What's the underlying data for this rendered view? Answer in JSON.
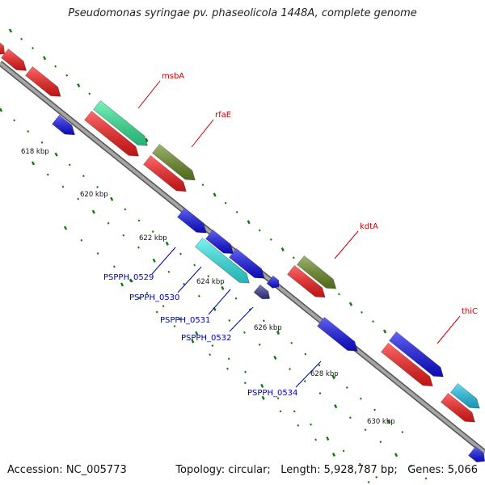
{
  "title": "Pseudomonas syringae pv. phaseolicola 1448A, complete genome",
  "footer": {
    "accession": "Accession: NC_005773",
    "topology": "Topology: circular;",
    "length": "Length: 5,928,787 bp;",
    "genes": "Genes: 5,066"
  },
  "colors": {
    "backbone": "#808080",
    "tick": "#0a7a0a",
    "red": "#ff1a1a",
    "blue": "#1010ee",
    "cyan": "#33f0f0",
    "mint": "#33ee99",
    "olive": "#6b8e23",
    "navy": "#3b3b98",
    "sky": "#1ec8f0",
    "label_red": "#cc0000",
    "label_blue": "#0000aa",
    "ticklabel": "#111111"
  },
  "ticks": [
    {
      "label": "618 kbp"
    },
    {
      "label": "620 kbp"
    },
    {
      "label": "622 kbp"
    },
    {
      "label": "624 kbp"
    },
    {
      "label": "626 kbp"
    },
    {
      "label": "628 kbp"
    },
    {
      "label": "630 kbp"
    }
  ],
  "features": [
    {
      "name": "",
      "color": "red"
    },
    {
      "name": "",
      "color": "red"
    },
    {
      "name": "",
      "color": "red"
    },
    {
      "name": "msbA",
      "color": "mint"
    },
    {
      "name": "",
      "color": "red"
    },
    {
      "name": "rfaE",
      "color": "olive"
    },
    {
      "name": "",
      "color": "red"
    },
    {
      "name": "",
      "color": "blue"
    },
    {
      "name": "PSPPH_0529",
      "color": "blue"
    },
    {
      "name": "PSPPH_0530",
      "color": "blue"
    },
    {
      "name": "PSPPH_0531",
      "color": "cyan"
    },
    {
      "name": "",
      "color": "blue"
    },
    {
      "name": "",
      "color": "blue"
    },
    {
      "name": "PSPPH_0532",
      "color": "navy"
    },
    {
      "name": "kdtA",
      "color": "olive"
    },
    {
      "name": "",
      "color": "red"
    },
    {
      "name": "PSPPH_0534",
      "color": "blue"
    },
    {
      "name": "thiC",
      "color": "blue"
    },
    {
      "name": "",
      "color": "red"
    },
    {
      "name": "",
      "color": "sky"
    },
    {
      "name": "",
      "color": "red"
    },
    {
      "name": "",
      "color": "blue"
    }
  ]
}
